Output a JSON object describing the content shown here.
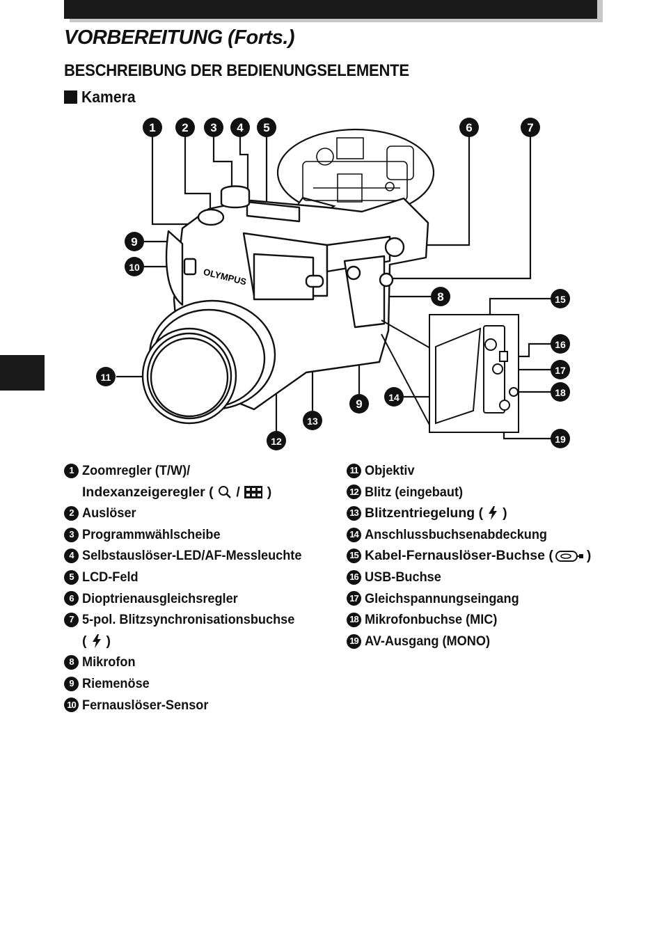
{
  "header": {
    "title": "VORBEREITUNG (Forts.)",
    "subtitle": "BESCHREIBUNG DER BEDIENUNGSELEMENTE",
    "section": "Kamera"
  },
  "figure": {
    "brand_label": "OLYMPUS",
    "callouts": [
      "1",
      "2",
      "3",
      "4",
      "5",
      "6",
      "7",
      "8",
      "9",
      "10",
      "11",
      "12",
      "13",
      "14",
      "15",
      "16",
      "17",
      "18",
      "19",
      "9"
    ]
  },
  "legend_left": [
    {
      "num": "1",
      "line1": "Zoomregler (T/W)/",
      "line2a": "Indexanzeigeregler (",
      "line2b": "/",
      "line2c": ")"
    },
    {
      "num": "2",
      "text": "Auslöser"
    },
    {
      "num": "3",
      "text": "Programmwählscheibe"
    },
    {
      "num": "4",
      "text": "Selbstauslöser-LED/AF-Messleuchte"
    },
    {
      "num": "5",
      "text": "LCD-Feld"
    },
    {
      "num": "6",
      "text": "Dioptrienausgleichsregler"
    },
    {
      "num": "7",
      "line1": "5-pol. Blitzsynchronisationsbuchse",
      "line2a": "(",
      "line2c": ")"
    },
    {
      "num": "8",
      "text": "Mikrofon"
    },
    {
      "num": "9",
      "text": "Riemenöse"
    },
    {
      "num": "10",
      "text": "Fernauslöser-Sensor"
    }
  ],
  "legend_right": [
    {
      "num": "11",
      "text": "Objektiv"
    },
    {
      "num": "12",
      "text": "Blitz (eingebaut)"
    },
    {
      "num": "13",
      "texta": "Blitzentriegelung (",
      "textb": ")"
    },
    {
      "num": "14",
      "text": "Anschlussbuchsenabdeckung"
    },
    {
      "num": "15",
      "texta": "Kabel-Fernauslöser-Buchse (",
      "textb": ")"
    },
    {
      "num": "16",
      "text": "USB-Buchse"
    },
    {
      "num": "17",
      "text": "Gleichspannungseingang"
    },
    {
      "num": "18",
      "text": "Mikrofonbuchse (MIC)"
    },
    {
      "num": "19",
      "text": "AV-Ausgang (MONO)"
    }
  ],
  "icons": [
    "magnifier-icon",
    "index-grid-icon",
    "flash-icon",
    "remote-cable-icon"
  ]
}
